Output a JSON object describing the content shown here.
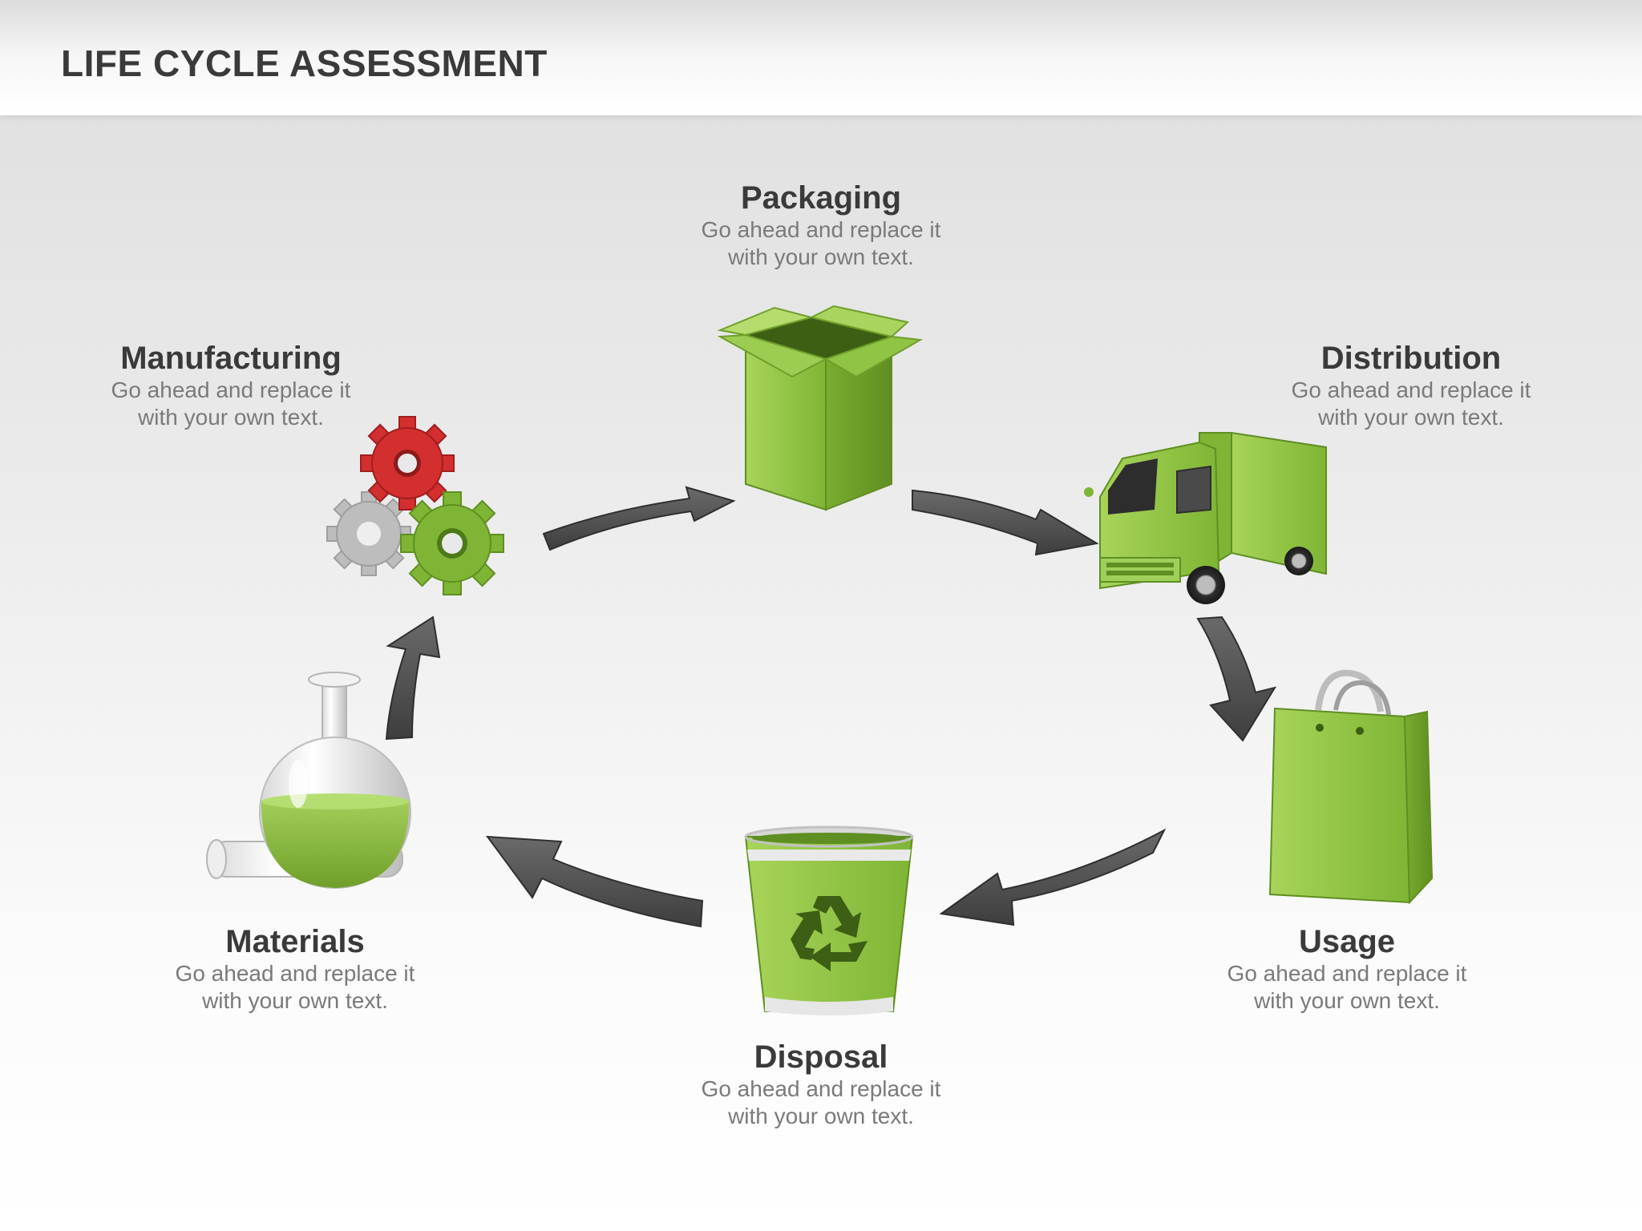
{
  "header": {
    "title": "LIFE CYCLE ASSESSMENT"
  },
  "stages": {
    "packaging": {
      "title": "Packaging",
      "desc_line1": "Go ahead and replace it",
      "desc_line2": "with your own text.",
      "icon": "box-icon"
    },
    "distribution": {
      "title": "Distribution",
      "desc_line1": "Go ahead and replace it",
      "desc_line2": "with your own text.",
      "icon": "truck-icon"
    },
    "usage": {
      "title": "Usage",
      "desc_line1": "Go ahead and replace it",
      "desc_line2": "with your own text.",
      "icon": "shopping-bag-icon"
    },
    "disposal": {
      "title": "Disposal",
      "desc_line1": "Go ahead and replace it",
      "desc_line2": "with your own text.",
      "icon": "recycle-bin-icon"
    },
    "materials": {
      "title": "Materials",
      "desc_line1": "Go ahead and replace it",
      "desc_line2": "with your own text.",
      "icon": "flask-icon"
    },
    "manufacturing": {
      "title": "Manufacturing",
      "desc_line1": "Go ahead and replace it",
      "desc_line2": "with your own text.",
      "icon": "gears-icon"
    }
  },
  "colors": {
    "accent_green": "#8dc63f",
    "dark_green": "#5f8f22",
    "gear_red": "#d32f2f",
    "arrow_gray": "#555555",
    "title_text": "#3a3a3a",
    "body_text": "#7a7a7a"
  }
}
